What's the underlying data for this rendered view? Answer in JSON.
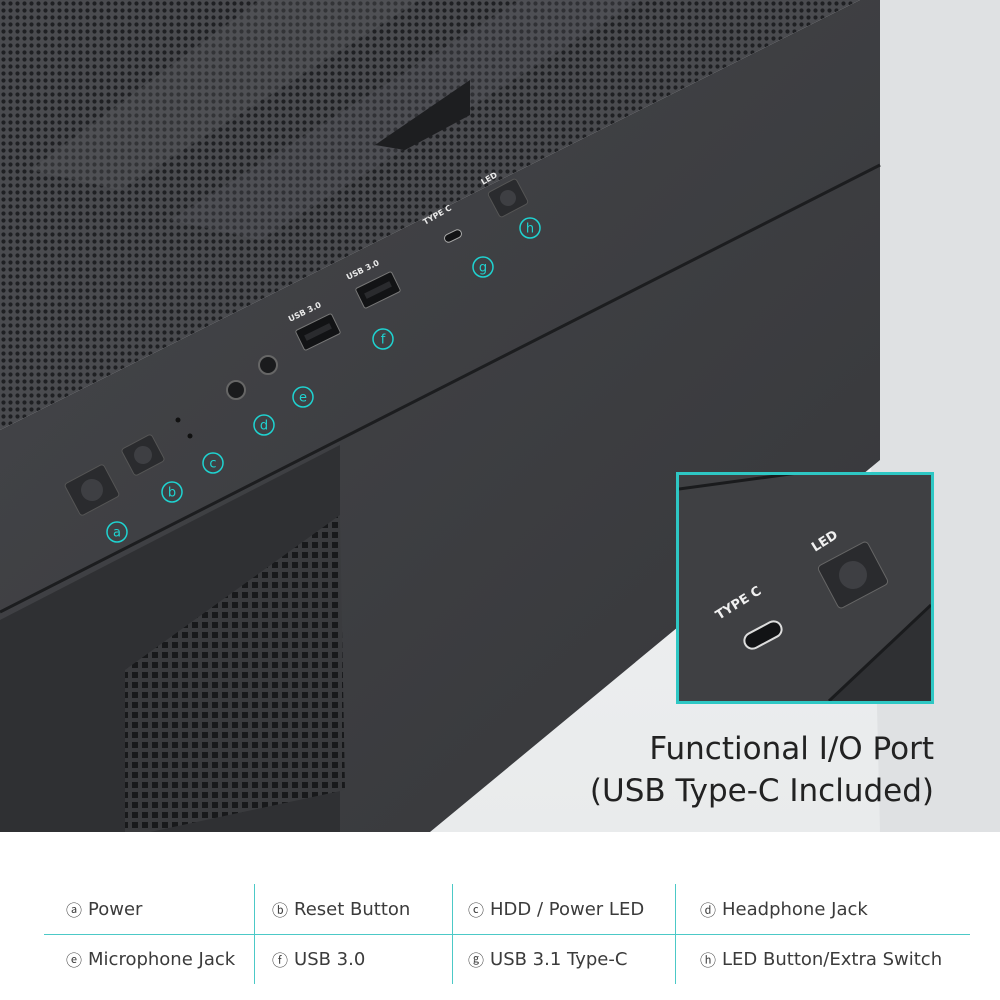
{
  "photo": {
    "port_labels": {
      "usb30_left": "USB 3.0",
      "usb30_right": "USB 3.0",
      "type_c": "TYPE C",
      "led": "LED"
    },
    "callouts": [
      "a",
      "b",
      "c",
      "d",
      "e",
      "f",
      "g",
      "h"
    ],
    "zoom": {
      "type_c": "TYPE C",
      "led": "LED"
    },
    "headline_line1": "Functional I/O Port",
    "headline_line2": "(USB Type-C Included)"
  },
  "legend": {
    "items": [
      {
        "marker": "ⓐ",
        "label": "Power"
      },
      {
        "marker": "ⓑ",
        "label": "Reset Button"
      },
      {
        "marker": "ⓒ",
        "label": "HDD / Power LED"
      },
      {
        "marker": "ⓓ",
        "label": "Headphone Jack"
      },
      {
        "marker": "ⓔ",
        "label": "Microphone Jack"
      },
      {
        "marker": "ⓕ",
        "label": "USB 3.0"
      },
      {
        "marker": "ⓖ",
        "label": "USB 3.1 Type-C"
      },
      {
        "marker": "ⓗ",
        "label": "LED Button/Extra Switch"
      }
    ]
  },
  "colors": {
    "accent": "#2ec7c4",
    "case_body": "#3d3e41",
    "mesh": "#2f3033"
  }
}
